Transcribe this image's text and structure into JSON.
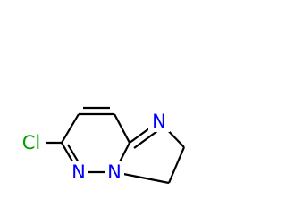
{
  "molecule": {
    "labels": {
      "chlorine": "Cl",
      "nitrogen_ring_top": "N",
      "nitrogen_bridge": "N",
      "nitrogen_imidazoline": "N"
    },
    "colors": {
      "chlorine": "#00A000",
      "nitrogen": "#0000FF",
      "bond": "#000000",
      "background": "#FFFFFF"
    }
  }
}
